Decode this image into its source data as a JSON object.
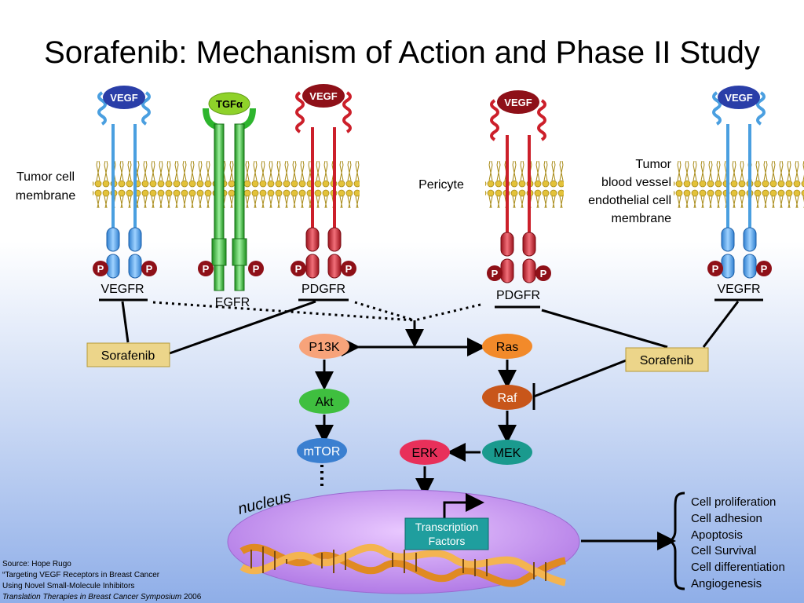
{
  "title": "Sorafenib: Mechanism of Action and Phase II Study",
  "labels": {
    "tumor_cell_membrane": [
      "Tumor cell",
      "membrane"
    ],
    "pericyte": "Pericyte",
    "endothelial_membrane": [
      "Tumor",
      "blood vessel",
      "endothelial cell",
      "membrane"
    ],
    "nucleus": "nucleus"
  },
  "ligands": {
    "vegf": "VEGF",
    "tgfa": "TGFα"
  },
  "receptors": {
    "vegfr": "VEGFR",
    "egfr": "EGFR",
    "pdgfr": "PDGFR",
    "phospho": "P"
  },
  "drug": "Sorafenib",
  "pathway": {
    "p13k": "P13K",
    "akt": "Akt",
    "mtor": "mTOR",
    "ras": "Ras",
    "raf": "Raf",
    "mek": "MEK",
    "erk": "ERK",
    "transcription": [
      "Transcription",
      "Factors"
    ]
  },
  "outcomes": [
    "Cell proliferation",
    "Cell adhesion",
    "Apoptosis",
    "Cell Survival",
    "Cell differentiation",
    "Angiogenesis"
  ],
  "source": {
    "line1": "Source: Hope Rugo",
    "line2": "“Targeting VEGF Receptors in Breast Cancer",
    "line3": "Using Novel Small-Molecule Inhibitors",
    "line4_italic": "Translation Therapies in Breast Cancer Symposium",
    "line4_year": " 2006"
  },
  "colors": {
    "vegfr": "#4a9fe0",
    "egfr": "#2db52d",
    "pdgfr": "#cc1f2a",
    "vegf": "#2a3ea8",
    "pdgf_ligand": "#8e1018",
    "tgfa": "#8fd22a",
    "membrane": "#d6b52c",
    "drug_box": "#ecd58a",
    "p13k": "#f7a37a",
    "akt": "#3fbf3f",
    "mtor": "#3a7fd0",
    "ras": "#f28a2a",
    "raf": "#c8561a",
    "mek": "#1a9a8e",
    "erk": "#e8305a",
    "transcription": "#1f9e9e",
    "nucleus": "#c98cf0"
  }
}
